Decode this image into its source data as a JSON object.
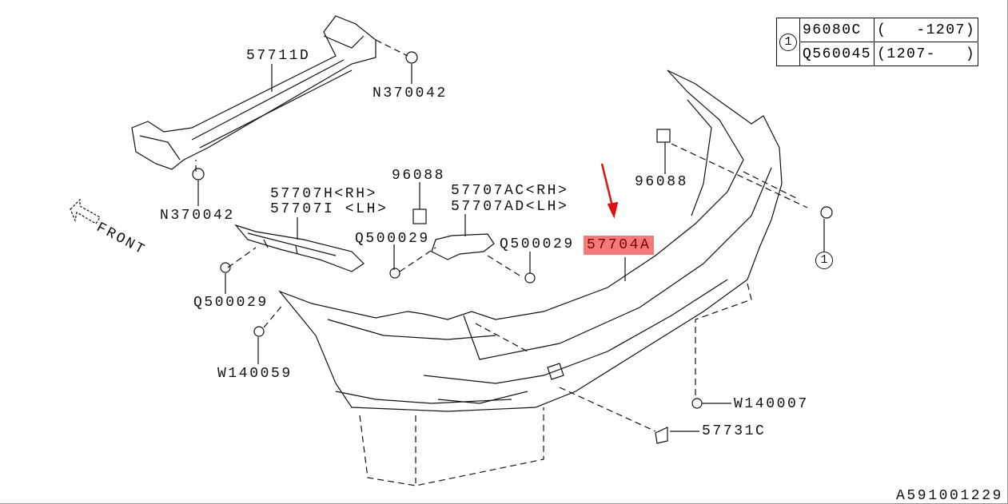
{
  "reference_table": {
    "marker": "1",
    "rows": [
      {
        "part": "96080C",
        "range": "(   -1207)"
      },
      {
        "part": "Q560045",
        "range": "(1207-   )"
      }
    ]
  },
  "labels": {
    "beam": "57711D",
    "nut_top": "N370042",
    "nut_left": "N370042",
    "bracket_rh": "57707H<RH>",
    "bracket_lh": "57707I <LH>",
    "clip_96088_left": "96088",
    "bracket_ac_rh": "57707AC<RH>",
    "bracket_ad_lh": "57707AD<LH>",
    "screw_left_mid": "Q500029",
    "screw_right_mid": "Q500029",
    "bumper_face": "57704A",
    "clip_96088_right": "96088",
    "marker_ref": "1",
    "screw_left_low": "Q500029",
    "w140059": "W140059",
    "w140007": "W140007",
    "cap": "57731C",
    "front": "FRONT",
    "diagram_id": "A591001229"
  },
  "colors": {
    "highlight": "#f47a7a",
    "arrow": "#e01010"
  }
}
